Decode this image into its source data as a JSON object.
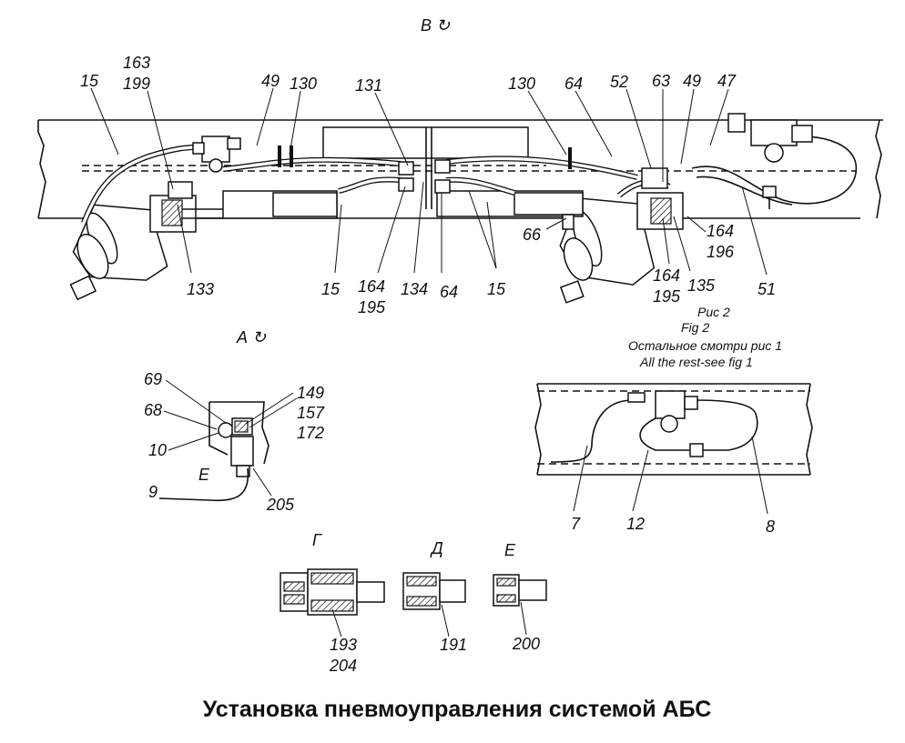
{
  "views": {
    "view_v": "В ↻",
    "view_a": "А ↻",
    "sec_g": "Г",
    "sec_d": "Д",
    "sec_e": "Е",
    "label_e": "Е"
  },
  "notes": {
    "ris": "Рис  2",
    "fig": "Fig  2",
    "rest_ru": "Остальное смотри рис 1",
    "rest_en": "All the rest-see fig 1"
  },
  "callouts": {
    "c163": "163",
    "c199": "199",
    "c15a": "15",
    "c49a": "49",
    "c130a": "130",
    "c131": "131",
    "c130b": "130",
    "c64a": "64",
    "c52": "52",
    "c63": "63",
    "c49b": "49",
    "c47": "47",
    "c133": "133",
    "c15b": "15",
    "c164a": "164",
    "c195a": "195",
    "c134": "134",
    "c64b": "64",
    "c15c": "15",
    "c66": "66",
    "c164b": "164",
    "c195b": "195",
    "c135": "135",
    "c164c": "164",
    "c196": "196",
    "c51": "51",
    "c69": "69",
    "c68": "68",
    "c10": "10",
    "c9": "9",
    "c149": "149",
    "c157": "157",
    "c172": "172",
    "c205": "205",
    "c7": "7",
    "c12": "12",
    "c8": "8",
    "c193": "193",
    "c204": "204",
    "c191": "191",
    "c200": "200"
  },
  "title": "Установка пневмоуправления системой АБС"
}
